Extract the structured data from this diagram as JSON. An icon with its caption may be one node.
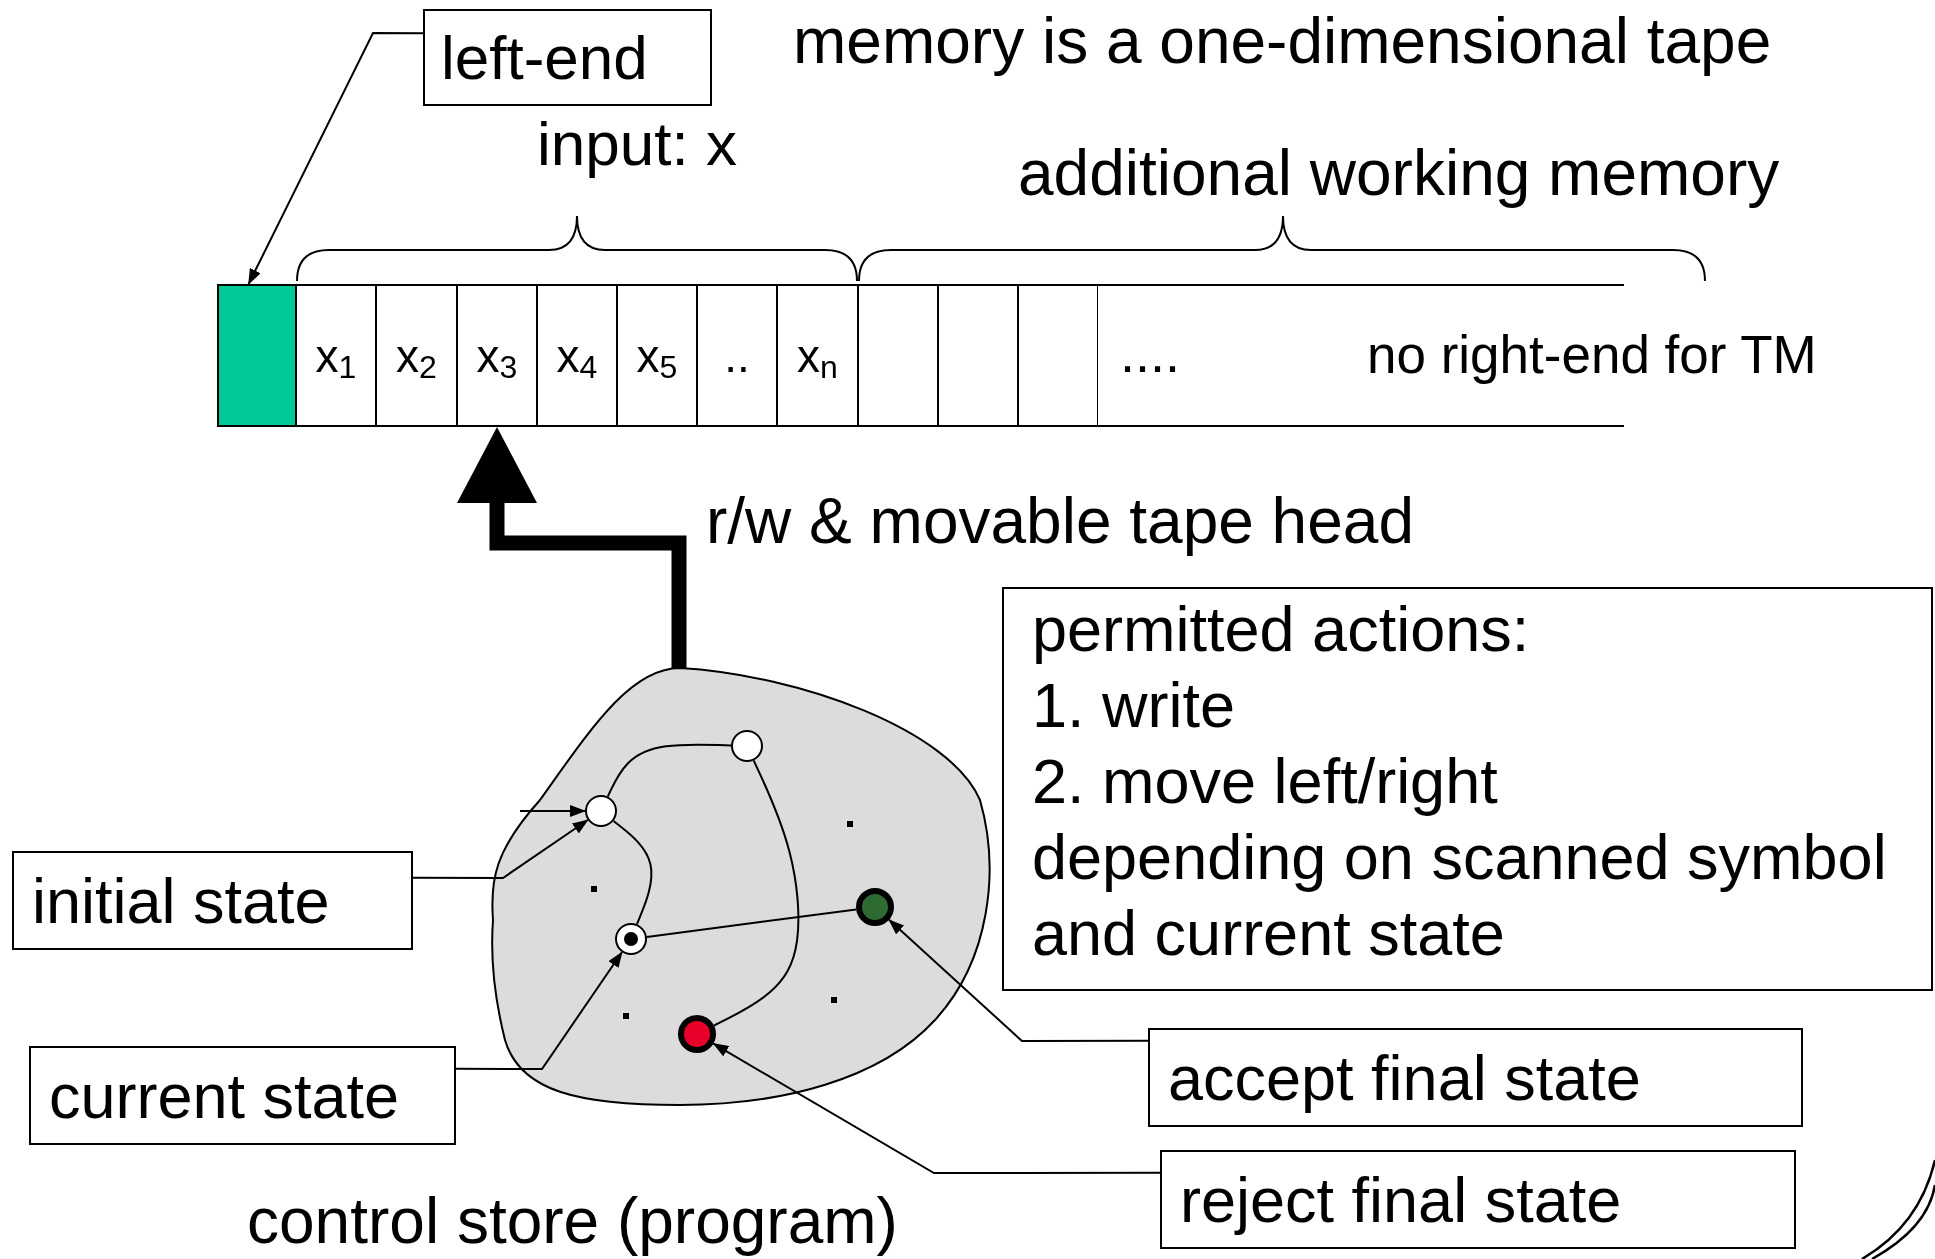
{
  "diagram": {
    "nodes": [
      {
        "text": [
          "left-end"
        ]
      },
      {
        "text": [],
        "shape": "box"
      },
      {
        "text": [
          "x$_{1}$"
        ]
      },
      {
        "text": [
          "x$_{2}$"
        ]
      },
      {
        "text": [
          "x$_{3}$"
        ]
      },
      {
        "text": [
          "x$_{4}$"
        ]
      },
      {
        "text": [
          "x$_{5}$"
        ]
      },
      {
        "text": [
          ".."
        ]
      },
      {
        "text": [
          "x$_{n}$"
        ]
      },
      {
        "text": [],
        "shape": "box"
      },
      {
        "text": [],
        "shape": "box"
      },
      {
        "text": [],
        "shape": "box"
      },
      {
        "text": [
          "permitted actions:",
          "1. write",
          "2. move left/right",
          "depending on scanned symbol and current state"
        ]
      },
      {
        "text": [
          "control store (program)"
        ]
      },
      {
        "text": [],
        "shape": "circle",
        "in": 13
      },
      {
        "text": [],
        "shape": "circle",
        "in": 13
      },
      {
        "text": [],
        "shape": "circle",
        "in": 13
      },
      {
        "text": [],
        "shape": "circle",
        "in": 13
      },
      {
        "text": [],
        "shape": "circle",
        "in": 13
      },
      {
        "text": [
          "initial state"
        ]
      },
      {
        "text": [
          "current state"
        ]
      },
      {
        "text": [
          "accept final state"
        ]
      },
      {
        "text": [
          "reject final state"
        ]
      }
    ],
    "edges": [
      {
        "from": 0,
        "to": 1,
        "arrow": "to"
      },
      {
        "from": 13,
        "to": 4,
        "arrow": "to",
        "style": "thick",
        "label": "r/w & movable tape head"
      },
      {
        "from": null,
        "to": 14,
        "arrow": "to"
      },
      {
        "from": 14,
        "to": 15,
        "arrow": "none"
      },
      {
        "from": 14,
        "to": 16,
        "arrow": "none"
      },
      {
        "from": 16,
        "to": 17,
        "arrow": "none"
      },
      {
        "from": 15,
        "to": 18,
        "arrow": "none"
      },
      {
        "from": 19,
        "to": 14,
        "arrow": "to"
      },
      {
        "from": 20,
        "to": 16,
        "arrow": "to"
      },
      {
        "from": 21,
        "to": 17,
        "arrow": "to"
      },
      {
        "from": 22,
        "to": 18,
        "arrow": "to"
      }
    ],
    "labels": [
      "memory is a one-dimensional tape",
      "input: x",
      "additional working memory",
      "....",
      "no right-end for TM"
    ]
  }
}
